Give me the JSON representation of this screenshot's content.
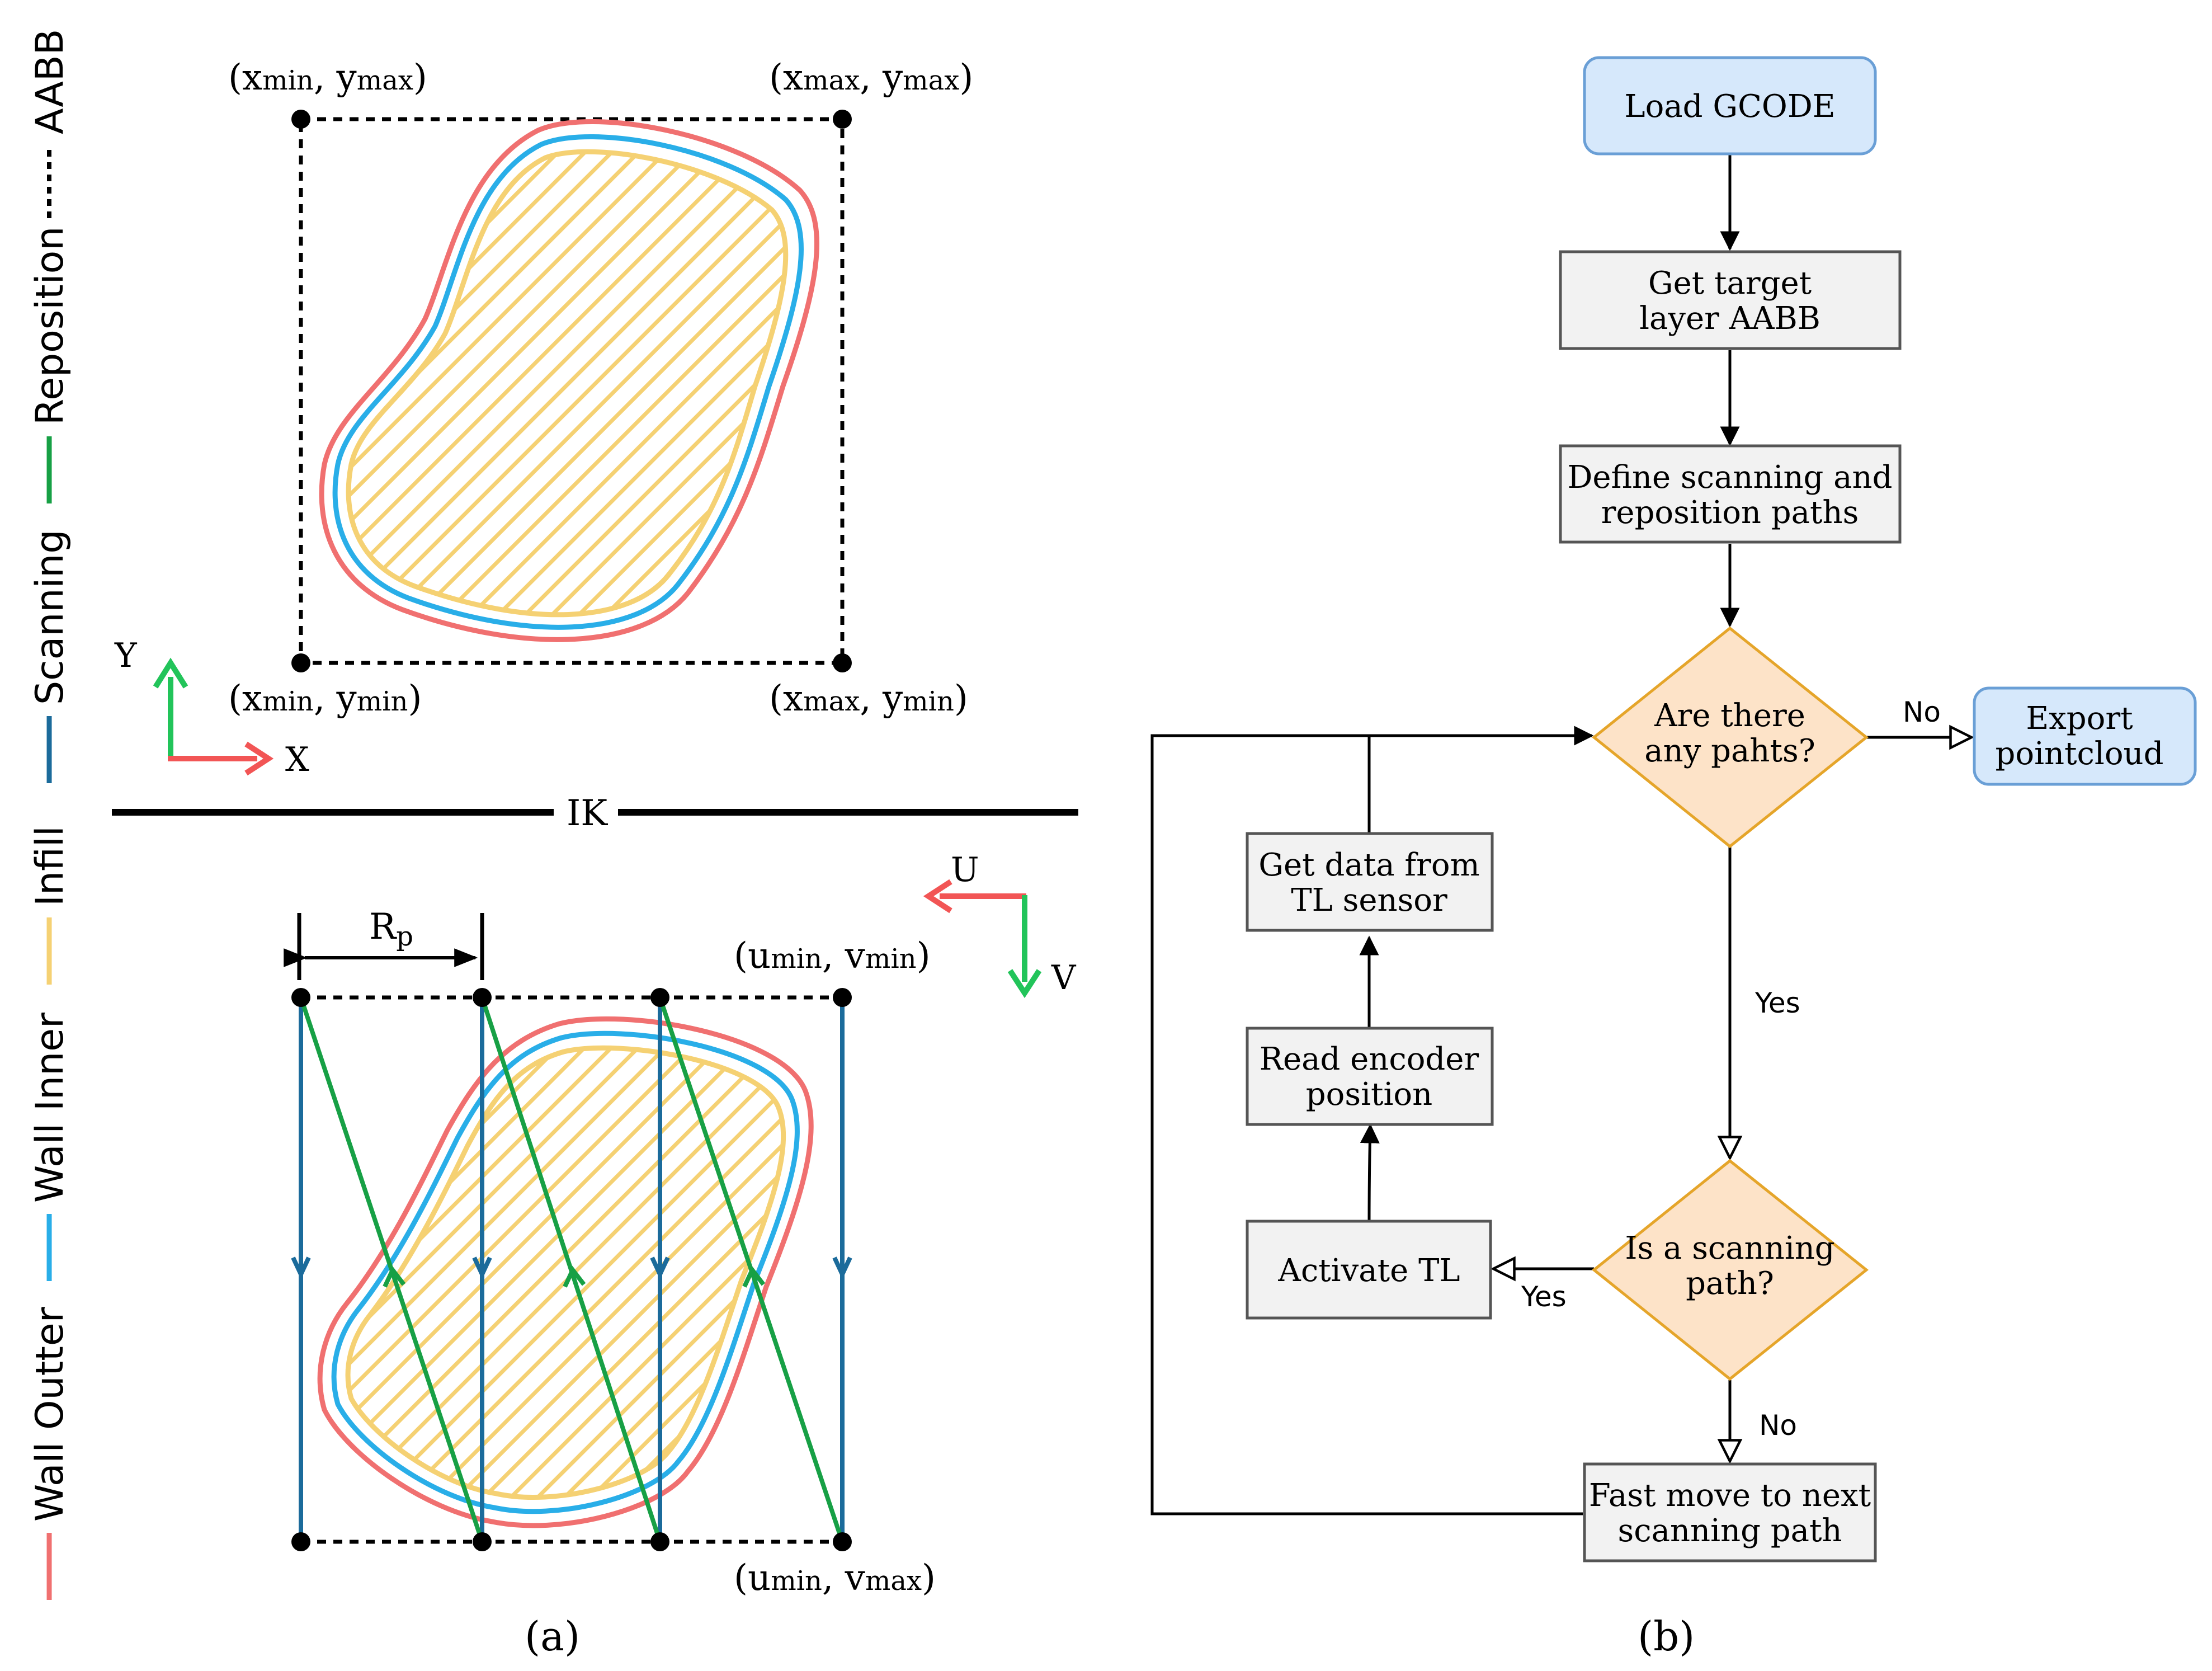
{
  "legend": {
    "items": [
      {
        "label": "Wall Outter",
        "color": "#f07070"
      },
      {
        "label": "Wall Inner",
        "color": "#29aee8"
      },
      {
        "label": "Infill",
        "color": "#f5d173"
      },
      {
        "label": "Scanning",
        "color": "#1b6b9b"
      },
      {
        "label": "Reposition",
        "color": "#17a045"
      },
      {
        "label": "AABB",
        "color": "#000000"
      }
    ]
  },
  "panel_a": {
    "caption": "(a)",
    "top": {
      "corner_tl": {
        "base": "(x",
        "sub1": "min",
        "mid": ", y",
        "sub2": "max",
        "end": ")"
      },
      "corner_tr": {
        "base": "(x",
        "sub1": "max",
        "mid": ", y",
        "sub2": "max",
        "end": ")"
      },
      "corner_bl": {
        "base": "(x",
        "sub1": "min",
        "mid": ", y",
        "sub2": "min",
        "end": ")"
      },
      "corner_br": {
        "base": "(x",
        "sub1": "max",
        "mid": ", y",
        "sub2": "min",
        "end": ")"
      },
      "axis_x": "X",
      "axis_y": "Y"
    },
    "divider_label": "IK",
    "bottom": {
      "rp": {
        "base": "R",
        "sub": "p"
      },
      "corner_tr": {
        "base": "(u",
        "sub1": "min",
        "mid": ", v",
        "sub2": "min",
        "end": ")"
      },
      "corner_br": {
        "base": "(u",
        "sub1": "min",
        "mid": ", v",
        "sub2": "max",
        "end": ")"
      },
      "axis_u": "U",
      "axis_v": "V"
    }
  },
  "panel_b": {
    "caption": "(b)",
    "nodes": {
      "load": [
        "Load GCODE"
      ],
      "aabb": [
        "Get target",
        "layer AABB"
      ],
      "define": [
        "Define scanning and",
        "reposition paths"
      ],
      "decision1": [
        "Are there",
        "any pahts?"
      ],
      "export": [
        "Export",
        "pointcloud"
      ],
      "getdata": [
        "Get data from",
        "TL sensor"
      ],
      "encoder": [
        "Read encoder",
        "position"
      ],
      "activate": [
        "Activate TL"
      ],
      "decision2": [
        "Is a scanning",
        "path?"
      ],
      "fastmove": [
        "Fast move to next",
        "scanning path"
      ]
    },
    "edge_labels": {
      "d1_no": "No",
      "d1_yes": "Yes",
      "d2_yes": "Yes",
      "d2_no": "No"
    }
  },
  "colors": {
    "wall_outer": "#f07070",
    "wall_inner": "#29aee8",
    "infill": "#f5d173",
    "scanning": "#1b6b9b",
    "reposition": "#17a045",
    "axis_red": "#f25555",
    "axis_green": "#22c45a",
    "start_fill": "#d6e8fb",
    "start_stroke": "#6a9fd6",
    "process_fill": "#f2f2f2",
    "process_stroke": "#555555",
    "decision_fill": "#fde3c8",
    "decision_stroke": "#e5a52a"
  }
}
